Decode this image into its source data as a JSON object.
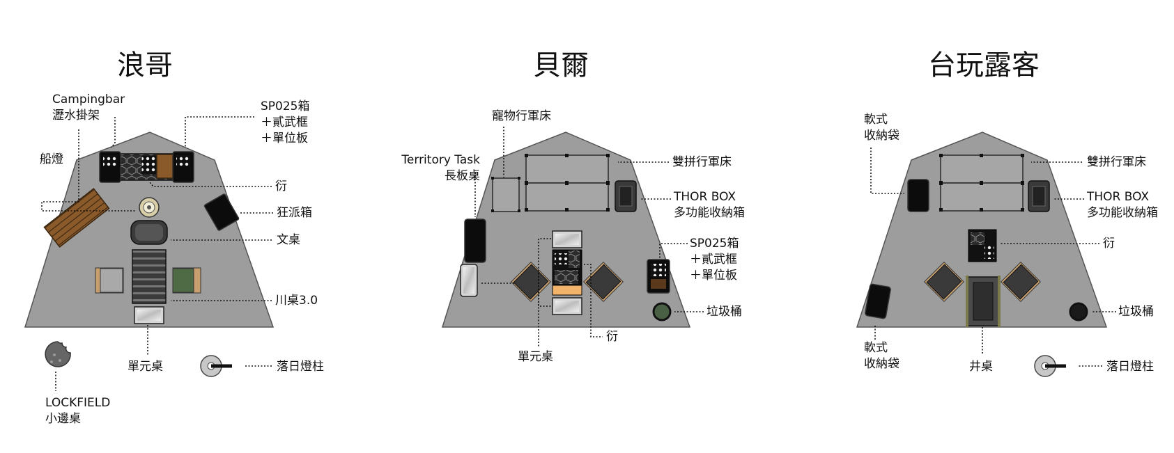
{
  "colors": {
    "tent_fill": "#9d9d9d",
    "dark_gear": "#3a3a3a",
    "black_gear": "#0c0c0c",
    "wood": "#8a5a2b",
    "green_chair": "#4f6b45",
    "orange_accent": "#f2b36b",
    "leader_line": "#111111"
  },
  "panels": [
    {
      "title": "浪哥",
      "labels": {
        "campingbar": [
          "Campingbar",
          "瀝水掛架"
        ],
        "sp025": [
          "SP025箱",
          "＋貳武框",
          "＋單位板"
        ],
        "lantern": "船燈",
        "stove": "衍",
        "box": "狂派箱",
        "desk": "文桌",
        "table": "川桌3.0",
        "unit": "單元桌",
        "lamp_post": "落日燈柱",
        "side_table": [
          "LOCKFIELD",
          "小邊桌"
        ]
      }
    },
    {
      "title": "貝爾",
      "labels": {
        "pet_cot": "寵物行軍床",
        "long_table": [
          "Territory Task",
          "長板桌"
        ],
        "double_cot": "雙拼行軍床",
        "thor": [
          "THOR BOX",
          "多功能收納箱"
        ],
        "sp025": [
          "SP025箱",
          "＋貳武框",
          "＋單位板"
        ],
        "trash": "垃圾桶",
        "stove": "衍",
        "unit": "單元桌"
      }
    },
    {
      "title": "台玩露客",
      "labels": {
        "soft_bag_top": [
          "軟式",
          "收納袋"
        ],
        "double_cot": "雙拼行軍床",
        "thor": [
          "THOR BOX",
          "多功能收納箱"
        ],
        "stove": "衍",
        "trash": "垃圾桶",
        "soft_bag_bottom": [
          "軟式",
          "收納袋"
        ],
        "igt_table": "井桌",
        "lamp_post": "落日燈柱"
      }
    }
  ]
}
